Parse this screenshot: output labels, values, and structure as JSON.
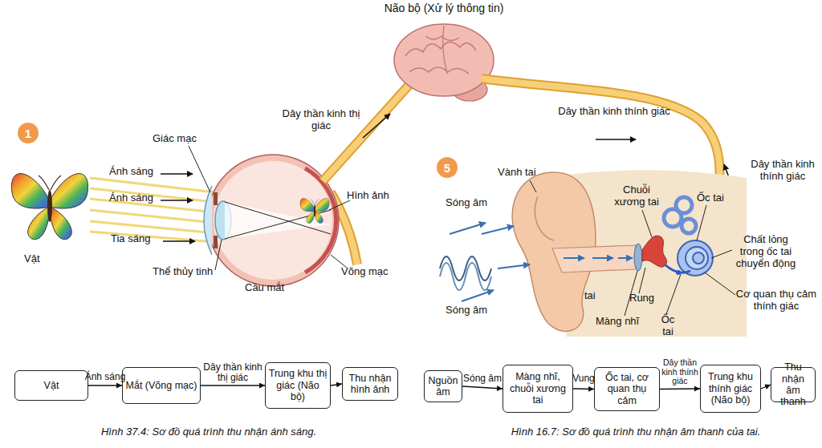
{
  "diagram": {
    "nodes": [
      {
        "text": [
          "Vật"
        ]
      },
      {
        "text": [
          "Mắt (Võng mạc)"
        ]
      },
      {
        "text": [
          "Trung khu thị giác (Não bộ)"
        ]
      },
      {
        "text": [
          "Thu nhận hình ảnh"
        ]
      },
      {
        "text": [
          "Nguồn âm"
        ]
      },
      {
        "text": [
          "Màng nhĩ, chuỗi xương tai"
        ]
      },
      {
        "text": [
          "Ốc tai, cơ quan thụ cảm"
        ]
      },
      {
        "text": [
          "Trung khu thính giác (Não bộ)"
        ]
      },
      {
        "text": [
          "Thu nhận âm thanh"
        ]
      }
    ],
    "edges": [
      {
        "from": 0,
        "to": 1,
        "label": "Ánh sáng",
        "arrow": "to"
      },
      {
        "from": 1,
        "to": 2,
        "label": "Dây thần kinh thị giác",
        "arrow": "to"
      },
      {
        "from": 2,
        "to": 3,
        "arrow": "to"
      },
      {
        "from": 4,
        "to": 5,
        "label": "Sóng âm",
        "arrow": "to"
      },
      {
        "from": 5,
        "to": 6,
        "label": "Vung",
        "arrow": "to"
      },
      {
        "from": 6,
        "to": 7,
        "label": "Dây thần kinh thính giác",
        "arrow": "to"
      },
      {
        "from": 7,
        "to": 8,
        "arrow": "to"
      }
    ],
    "labels": [
      "Não bộ (Xử lý thông tin)",
      "Dây thần kinh thị giác",
      "Dây thần kinh thính giác",
      "Dây thần kinh thính giác",
      "1",
      "Giác mạc",
      "Ánh sáng",
      "Ánh sáng",
      "Tia sáng",
      "Vật",
      "Thể thủy tinh",
      "Cầu mắt",
      "Hình ảnh",
      "Võng mạc",
      "5",
      "Vành tai",
      "Sóng âm",
      "Sóng âm",
      "Chuỗi xương tai",
      "Ốc tai",
      "Chất lỏng trong ốc tai chuyển động",
      "Cơ quan thụ cảm thính giác",
      "tai",
      "Rung",
      "Màng nhĩ",
      "Ốc tai",
      "Hình 37.4: Sơ đồ quá trình thu nhận ánh sáng.",
      "Hình 16.7: Sơ đồ quá trình thu nhận âm thanh của tai."
    ]
  }
}
